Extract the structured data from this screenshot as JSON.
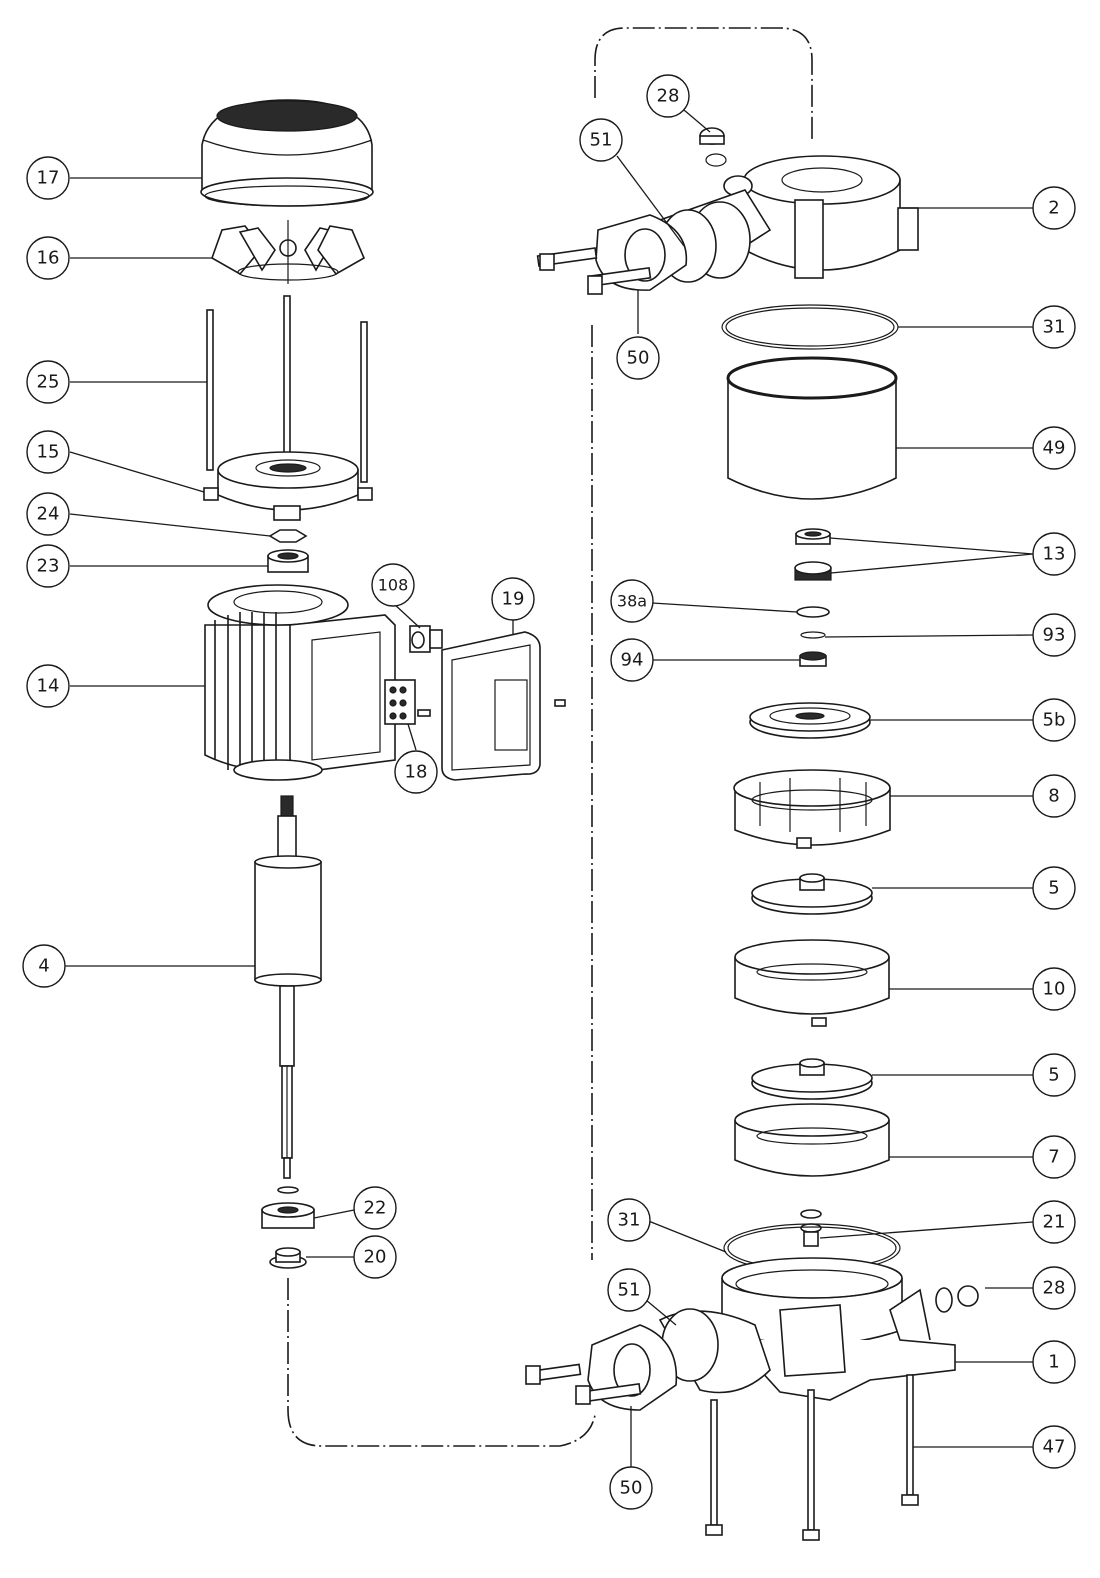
{
  "diagram": {
    "title": "Pump exploded parts view",
    "callouts": [
      {
        "id": "c17",
        "label": "17",
        "part": "fan-cover"
      },
      {
        "id": "c16",
        "label": "16",
        "part": "cooling-fan"
      },
      {
        "id": "c25",
        "label": "25",
        "part": "tie-rods"
      },
      {
        "id": "c15",
        "label": "15",
        "part": "motor-end-shield"
      },
      {
        "id": "c24",
        "label": "24",
        "part": "wave-washer"
      },
      {
        "id": "c23",
        "label": "23",
        "part": "upper-bearing"
      },
      {
        "id": "c108",
        "label": "108",
        "part": "cable-gland"
      },
      {
        "id": "c19",
        "label": "19",
        "part": "terminal-box-cover"
      },
      {
        "id": "c14",
        "label": "14",
        "part": "motor-housing"
      },
      {
        "id": "c18",
        "label": "18",
        "part": "terminal-block"
      },
      {
        "id": "c4",
        "label": "4",
        "part": "rotor-shaft"
      },
      {
        "id": "c22",
        "label": "22",
        "part": "lower-bearing"
      },
      {
        "id": "c20",
        "label": "20",
        "part": "shaft-seal"
      },
      {
        "id": "c28a",
        "label": "28",
        "part": "vent-plug-upper"
      },
      {
        "id": "c51a",
        "label": "51",
        "part": "flange-gasket-upper"
      },
      {
        "id": "c2",
        "label": "2",
        "part": "pump-head"
      },
      {
        "id": "c50a",
        "label": "50",
        "part": "counter-flange-upper"
      },
      {
        "id": "c31a",
        "label": "31",
        "part": "o-ring-upper"
      },
      {
        "id": "c49",
        "label": "49",
        "part": "sleeve"
      },
      {
        "id": "c13",
        "label": "13",
        "part": "mechanical-seal"
      },
      {
        "id": "c38a",
        "label": "38a",
        "part": "washer"
      },
      {
        "id": "c93",
        "label": "93",
        "part": "circlip"
      },
      {
        "id": "c94",
        "label": "94",
        "part": "bushing"
      },
      {
        "id": "c5b",
        "label": "5b",
        "part": "first-impeller"
      },
      {
        "id": "c8",
        "label": "8",
        "part": "diffuser-top"
      },
      {
        "id": "c5a",
        "label": "5",
        "part": "impeller"
      },
      {
        "id": "c10",
        "label": "10",
        "part": "intermediate-diffuser"
      },
      {
        "id": "c5c",
        "label": "5",
        "part": "impeller-lower"
      },
      {
        "id": "c7",
        "label": "7",
        "part": "bottom-diffuser"
      },
      {
        "id": "c31b",
        "label": "31",
        "part": "o-ring-lower"
      },
      {
        "id": "c21",
        "label": "21",
        "part": "impeller-nut"
      },
      {
        "id": "c28b",
        "label": "28",
        "part": "drain-plug-lower"
      },
      {
        "id": "c51b",
        "label": "51",
        "part": "flange-gasket-lower"
      },
      {
        "id": "c1",
        "label": "1",
        "part": "pump-base"
      },
      {
        "id": "c50b",
        "label": "50",
        "part": "counter-flange-lower"
      },
      {
        "id": "c47",
        "label": "47",
        "part": "tie-bolts"
      }
    ]
  }
}
